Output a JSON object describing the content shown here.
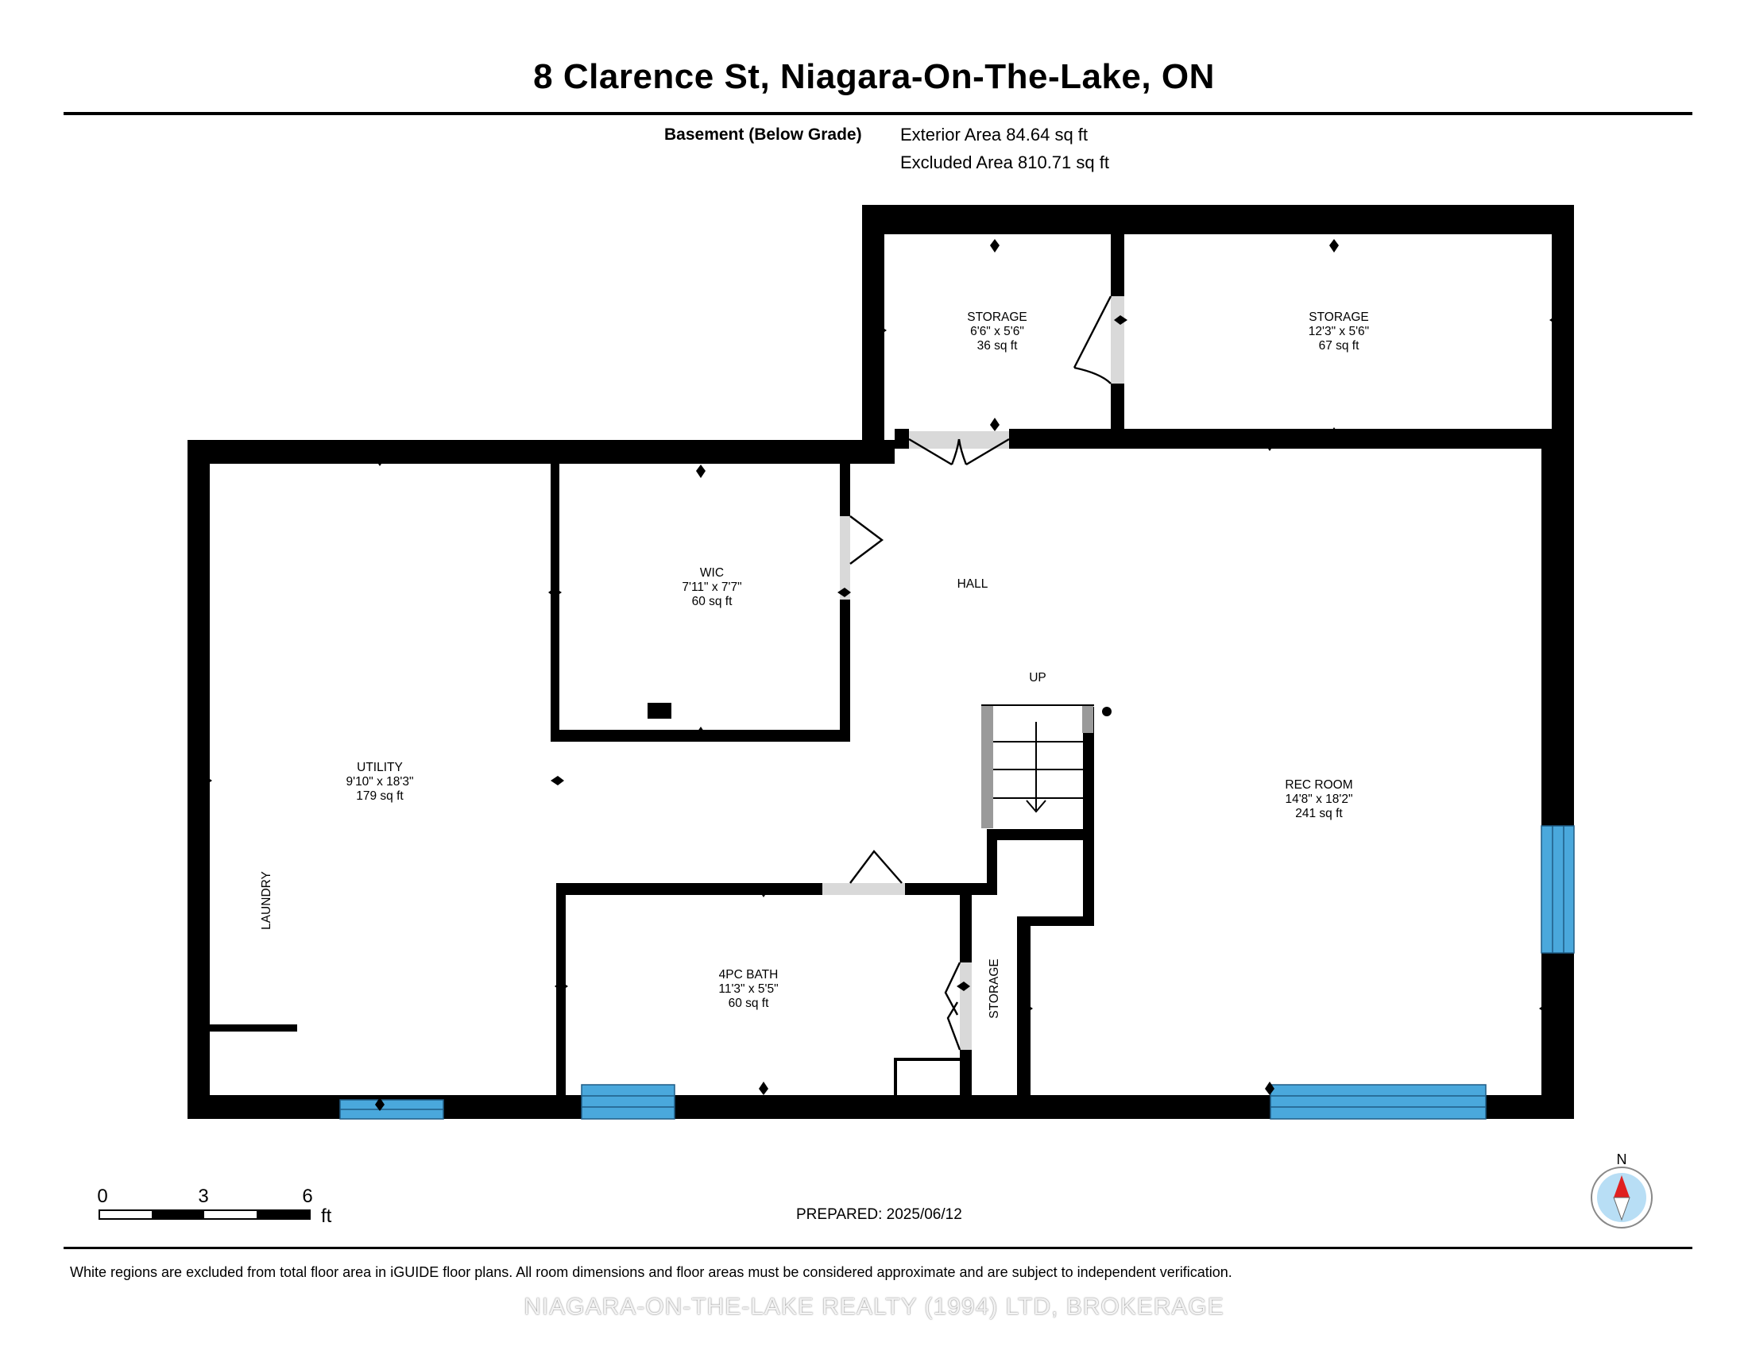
{
  "header": {
    "title": "8 Clarence St, Niagara-On-The-Lake, ON"
  },
  "floor": {
    "label": "Basement (Below Grade)",
    "exterior_area": "Exterior Area 84.64 sq ft",
    "excluded_area": "Excluded Area 810.71 sq ft"
  },
  "rooms": {
    "storage_a": {
      "name": "STORAGE",
      "dims": "6'6\" x 5'6\"",
      "area": "36 sq ft"
    },
    "storage_b": {
      "name": "STORAGE",
      "dims": "12'3\" x 5'6\"",
      "area": "67 sq ft"
    },
    "wic": {
      "name": "WIC",
      "dims": "7'11\" x 7'7\"",
      "area": "60 sq ft"
    },
    "hall": {
      "name": "HALL"
    },
    "up": {
      "name": "UP"
    },
    "utility": {
      "name": "UTILITY",
      "dims": "9'10\" x 18'3\"",
      "area": "179 sq ft"
    },
    "laundry": {
      "name": "LAUNDRY"
    },
    "rec_room": {
      "name": "REC ROOM",
      "dims": "14'8\" x 18'2\"",
      "area": "241 sq ft"
    },
    "bath": {
      "name": "4PC BATH",
      "dims": "11'3\" x 5'5\"",
      "area": "60 sq ft"
    },
    "storage_c": {
      "name": "STORAGE"
    }
  },
  "scale_bar": {
    "ticks": [
      "0",
      "3",
      "6"
    ],
    "unit": "ft"
  },
  "compass": {
    "label": "N"
  },
  "footer": {
    "prepared": "PREPARED: 2025/06/12",
    "disclaimer": "White regions are excluded from total floor area in iGUIDE floor plans. All room dimensions and floor areas must be considered approximate and are subject to independent verification.",
    "watermark": "NIAGARA-ON-THE-LAKE REALTY (1994) LTD, BROKERAGE"
  },
  "colors": {
    "wall": "#000000",
    "window": "#4aa8dc",
    "door_opening": "#d9d9d9",
    "stair_rail": "#9a9a9a",
    "compass_fill": "#b8def5",
    "compass_north": "#e02020"
  }
}
